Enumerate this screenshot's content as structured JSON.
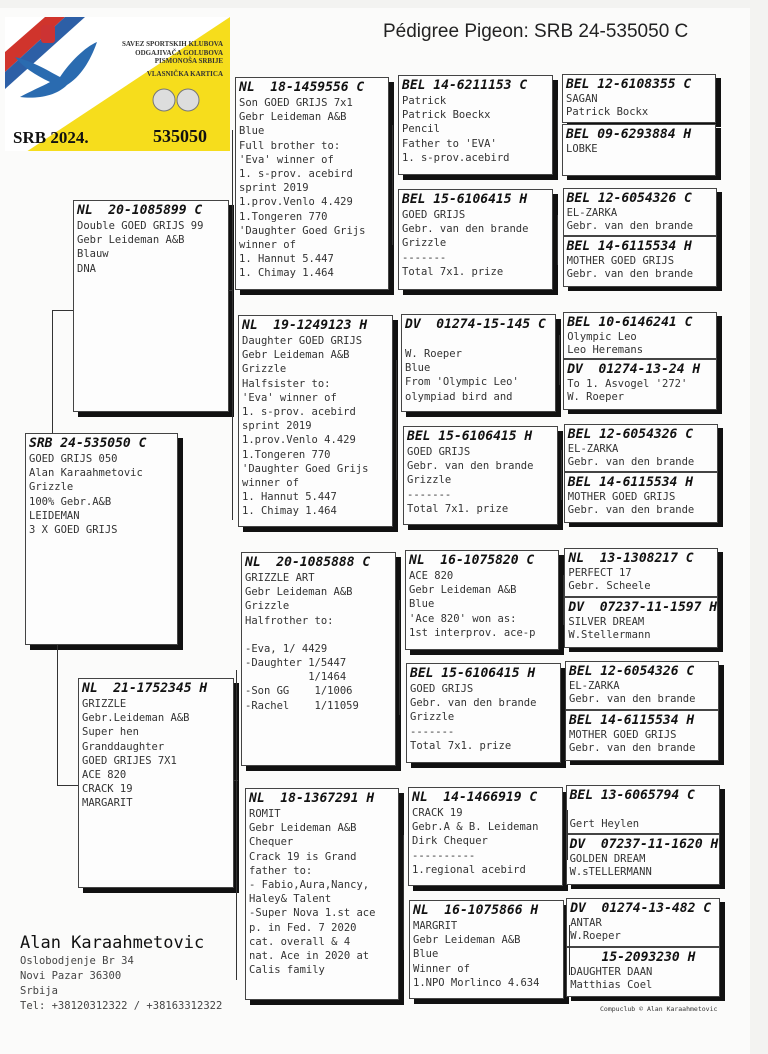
{
  "title": "Pédigree Pigeon: SRB 24-535050 C",
  "card": {
    "org": [
      "SAVEZ SPORTSKIH KLUBOVA",
      "ODGAJIVAČA GOLUBOVA",
      "PISMONOŠA SRBIJE"
    ],
    "type": "VLASNIČKA KARTICA",
    "country_year": "SRB 2024.",
    "ring_number": "535050"
  },
  "boxes": [
    {
      "id": "subject",
      "header": "SRB 24-535050 C",
      "lines": [
        "GOED GRIJS 050",
        "Alan Karaahmetovic",
        "Grizzle",
        "100% Gebr.A&B",
        "LEIDEMAN",
        "3 X GOED GRIJS"
      ]
    },
    {
      "id": "sire",
      "header": "NL  20-1085899 C",
      "lines": [
        "Double GOED GRIJS 99",
        "Gebr Leideman A&B",
        "Blauw",
        "DNA"
      ]
    },
    {
      "id": "dam",
      "header": "NL  21-1752345 H",
      "lines": [
        "GRIZZLE",
        "Gebr.Leideman A&B",
        "Super hen",
        "Granddaughter",
        "GOED GRIJES 7X1",
        "ACE 820",
        "CRACK 19",
        "MARGARIT"
      ]
    },
    {
      "id": "ss",
      "header": "NL  18-1459556 C",
      "lines": [
        "Son GOED GRIJS 7x1",
        "Gebr Leideman A&B",
        "Blue",
        "Full brother to:",
        "'Eva' winner of",
        "1. s-prov. acebird",
        "sprint 2019",
        "1.prov.Venlo 4.429",
        "1.Tongeren 770",
        "'Daughter Goed Grijs",
        "winner of",
        "1. Hannut 5.447",
        "1. Chimay 1.464"
      ]
    },
    {
      "id": "sd",
      "header": "NL  19-1249123 H",
      "lines": [
        "Daughter GOED GRIJS",
        "Gebr Leideman A&B",
        "Grizzle",
        "Halfsister to:",
        "'Eva' winner of",
        "1. s-prov. acebird",
        "sprint 2019",
        "1.prov.Venlo 4.429",
        "1.Tongeren 770",
        "'Daughter Goed Grijs",
        "winner of",
        "1. Hannut 5.447",
        "1. Chimay 1.464"
      ]
    },
    {
      "id": "ds",
      "header": "NL  20-1085888 C",
      "lines": [
        "GRIZZLE ART",
        "Gebr Leideman A&B",
        "Grizzle",
        "Halfrother to:",
        "",
        "-Eva, 1/ 4429",
        "-Daughter 1/5447",
        "          1/1464",
        "-Son GG    1/1006",
        "-Rachel    1/11059"
      ]
    },
    {
      "id": "dd",
      "header": "NL  18-1367291 H",
      "lines": [
        "ROMIT",
        "Gebr Leideman A&B",
        "Chequer",
        "Crack 19 is Grand",
        "father to:",
        "- Fabio,Aura,Nancy,",
        "Haley& Talent",
        "-Super Nova 1.st ace",
        "p. in Fed. 7 2020",
        "cat. overall & 4",
        "nat. Ace in 2020 at",
        "Calis family"
      ]
    },
    {
      "id": "sss",
      "header": "BEL 14-6211153 C",
      "lines": [
        "Patrick",
        "Patrick Boeckx",
        "Pencil",
        "Father to 'EVA'",
        "1. s-prov.acebird"
      ]
    },
    {
      "id": "ssd",
      "header": "BEL 15-6106415 H",
      "lines": [
        "GOED GRIJS",
        "Gebr. van den brande",
        "Grizzle",
        "-------",
        "Total 7x1. prize"
      ]
    },
    {
      "id": "sds",
      "header": "DV  01274-15-145 C",
      "lines": [
        "",
        "W. Roeper",
        "Blue",
        "From 'Olympic Leo'",
        "olympiad bird and"
      ]
    },
    {
      "id": "sdd",
      "header": "BEL 15-6106415 H",
      "lines": [
        "GOED GRIJS",
        "Gebr. van den brande",
        "Grizzle",
        "-------",
        "Total 7x1. prize"
      ]
    },
    {
      "id": "dss",
      "header": "NL  16-1075820 C",
      "lines": [
        "ACE 820",
        "Gebr Leideman A&B",
        "Blue",
        "'Ace 820' won as:",
        "1st interprov. ace-p"
      ]
    },
    {
      "id": "dsd",
      "header": "BEL 15-6106415 H",
      "lines": [
        "GOED GRIJS",
        "Gebr. van den brande",
        "Grizzle",
        "-------",
        "Total 7x1. prize"
      ]
    },
    {
      "id": "dds",
      "header": "NL  14-1466919 C",
      "lines": [
        "CRACK 19",
        "Gebr.A & B. Leideman",
        "Dirk Chequer",
        "----------",
        "1.regional acebird"
      ]
    },
    {
      "id": "ddd",
      "header": "NL  16-1075866 H",
      "lines": [
        "MARGRIT",
        "Gebr Leideman A&B",
        "Blue",
        "Winner of",
        "1.NPO Morlinco 4.634"
      ]
    },
    {
      "id": "g5_1",
      "header": "BEL 12-6108355 C",
      "lines": [
        "SAGAN",
        "Patrick Bockx"
      ]
    },
    {
      "id": "g5_2",
      "header": "BEL 09-6293884 H",
      "lines": [
        "LOBKE"
      ]
    },
    {
      "id": "g5_3",
      "header": "BEL 12-6054326 C",
      "lines": [
        "EL-ZARKA",
        "Gebr. van den brande"
      ]
    },
    {
      "id": "g5_4",
      "header": "BEL 14-6115534 H",
      "lines": [
        "MOTHER GOED GRIJS",
        "Gebr. van den brande"
      ]
    },
    {
      "id": "g5_5",
      "header": "BEL 10-6146241 C",
      "lines": [
        "Olympic Leo",
        "Leo Heremans"
      ]
    },
    {
      "id": "g5_6",
      "header": "DV  01274-13-24 H",
      "lines": [
        "To 1. Asvogel '272'",
        "W. Roeper"
      ]
    },
    {
      "id": "g5_7",
      "header": "BEL 12-6054326 C",
      "lines": [
        "EL-ZARKA",
        "Gebr. van den brande"
      ]
    },
    {
      "id": "g5_8",
      "header": "BEL 14-6115534 H",
      "lines": [
        "MOTHER GOED GRIJS",
        "Gebr. van den brande"
      ]
    },
    {
      "id": "g5_9",
      "header": "NL  13-1308217 C",
      "lines": [
        "PERFECT 17",
        "Gebr. Scheele"
      ]
    },
    {
      "id": "g5_10",
      "header": "DV  07237-11-1597 H",
      "lines": [
        "SILVER DREAM",
        "W.Stellermann"
      ]
    },
    {
      "id": "g5_11",
      "header": "BEL 12-6054326 C",
      "lines": [
        "EL-ZARKA",
        "Gebr. van den brande"
      ]
    },
    {
      "id": "g5_12",
      "header": "BEL 14-6115534 H",
      "lines": [
        "MOTHER GOED GRIJS",
        "Gebr. van den brande"
      ]
    },
    {
      "id": "g5_13",
      "header": "BEL 13-6065794 C",
      "lines": [
        "",
        "Gert Heylen"
      ]
    },
    {
      "id": "g5_14",
      "header": "DV  07237-11-1620 H",
      "lines": [
        "GOLDEN DREAM",
        "W.sTELLERMANN"
      ]
    },
    {
      "id": "g5_15",
      "header": "DV  01274-13-482 C",
      "lines": [
        "ANTAR",
        "W.Roeper"
      ]
    },
    {
      "id": "g5_16",
      "header": "    15-2093230 H",
      "lines": [
        "DAUGHTER DAAN",
        "Matthias Coel"
      ]
    }
  ],
  "owner": {
    "name": "Alan Karaahmetovic",
    "address": "Oslobodjenje Br 34",
    "city": "Novi Pazar 36300",
    "country": "Srbija",
    "phone": "Tel: +38120312322 / +38163312322"
  },
  "footer": "Compuclub © Alan Karaahmetovic"
}
